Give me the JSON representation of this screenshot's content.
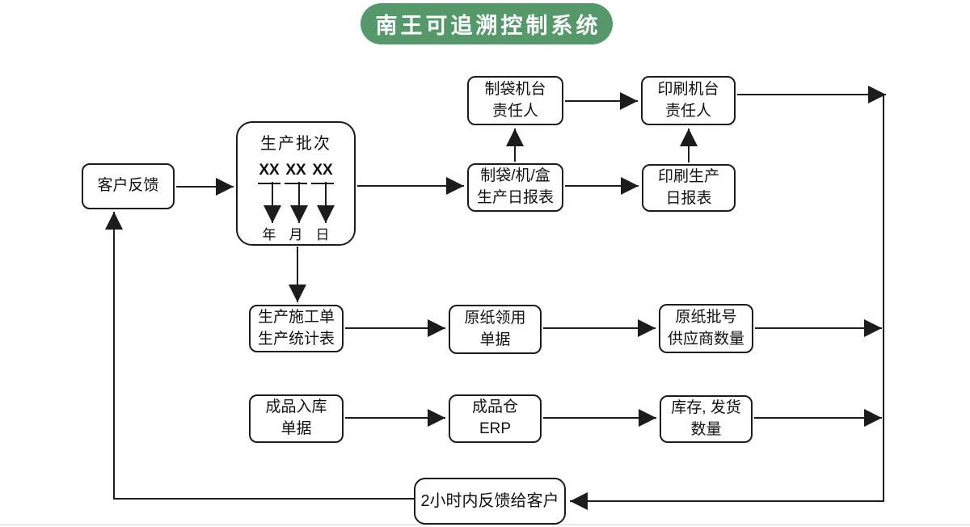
{
  "title": {
    "text": "南王可追溯控制系统",
    "bg_color": "#55996b",
    "text_color": "#ffffff"
  },
  "colors": {
    "line": "#1c1c1c",
    "box_border": "#1c1c1c",
    "box_bg": "#ffffff",
    "page_bg": "#ffffff"
  },
  "nodes": {
    "customer_feedback": {
      "label": "客户反馈"
    },
    "production_batch": {
      "title": "生产批次",
      "code_parts": [
        "XX",
        "XX",
        "XX"
      ],
      "date_parts": [
        "年",
        "月",
        "日"
      ]
    },
    "bag_machine_operator": {
      "line1": "制袋机台",
      "line2": "责任人"
    },
    "print_machine_operator": {
      "line1": "印刷机台",
      "line2": "责任人"
    },
    "bag_daily_report": {
      "line1": "制袋/机/盒",
      "line2": "生产日报表"
    },
    "print_daily_report": {
      "line1": "印刷生产",
      "line2": "日报表"
    },
    "work_order": {
      "line1": "生产施工单",
      "line2": "生产统计表"
    },
    "paper_requisition": {
      "line1": "原纸领用",
      "line2": "单据"
    },
    "paper_batch_supplier": {
      "line1": "原纸批号",
      "line2": "供应商数量"
    },
    "finished_goods_receipt": {
      "line1": "成品入库",
      "line2": "单据"
    },
    "finished_goods_erp": {
      "line1": "成品仓",
      "line2": "ERP"
    },
    "inventory_shipping": {
      "line1": "库存, 发货",
      "line2": "数量"
    },
    "feedback_within_2h": {
      "label": "2小时内反馈给客户"
    }
  }
}
